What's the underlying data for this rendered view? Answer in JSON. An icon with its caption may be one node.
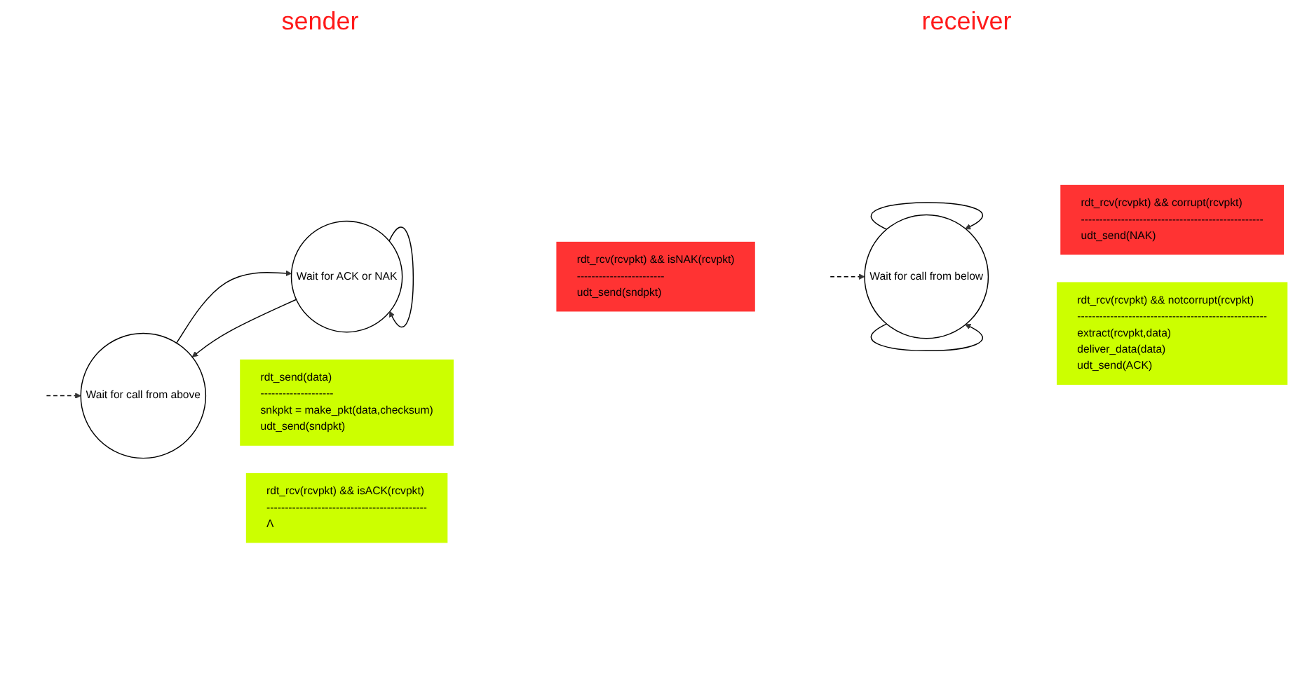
{
  "diagram": {
    "nodes": [
      {
        "text": [
          "Wait for call from above"
        ]
      },
      {
        "text": [
          "Wait for ACK or NAK"
        ]
      },
      {
        "text": [
          "Wait for call from below"
        ]
      },
      {
        "text": [
          "rdt_send(data)",
          "--------------------",
          "snkpkt = make_pkt(data,checksum)",
          "udt_send(sndpkt)"
        ]
      },
      {
        "text": [
          "rdt_rcv(rcvpkt) && isNAK(rcvpkt)",
          "------------------------",
          "udt_send(sndpkt)"
        ]
      },
      {
        "text": [
          "rdt_rcv(rcvpkt) && isACK(rcvpkt)",
          "--------------------------------------------",
          "Λ"
        ]
      },
      {
        "text": [
          "rdt_rcv(rcvpkt) && corrupt(rcvpkt)",
          "--------------------------------------------------",
          "udt_send(NAK)"
        ]
      },
      {
        "text": [
          "rdt_rcv(rcvpkt) && notcorrupt(rcvpkt)",
          "----------------------------------------------------",
          "extract(rcvpkt,data)",
          "deliver_data(data)",
          "udt_send(ACK)"
        ]
      }
    ],
    "edges": [
      {
        "from": null,
        "to": 0,
        "arrow": "to",
        "style": "dashed"
      },
      {
        "from": 0,
        "to": 1,
        "arrow": "to"
      },
      {
        "from": 1,
        "to": 1,
        "arrow": "to"
      },
      {
        "from": 1,
        "to": 0,
        "arrow": "to"
      },
      {
        "from": null,
        "to": 2,
        "arrow": "to",
        "style": "dashed"
      },
      {
        "from": 2,
        "to": 2,
        "arrow": "to"
      },
      {
        "from": 2,
        "to": 2,
        "arrow": "to"
      }
    ],
    "labels": [
      "sender",
      "receiver"
    ]
  }
}
